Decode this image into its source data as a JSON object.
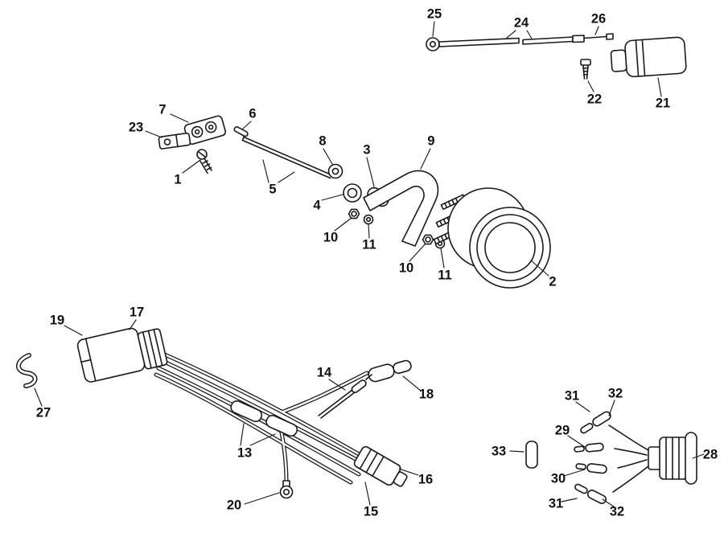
{
  "diagram": {
    "type": "exploded-parts-diagram",
    "background": "#ffffff",
    "line_color": "#1a1a1a",
    "label_color": "#111111",
    "callouts": [
      "25",
      "24",
      "26",
      "22",
      "21",
      "7",
      "23",
      "1",
      "6",
      "5",
      "8",
      "4",
      "3",
      "9",
      "10",
      "11",
      "10",
      "11",
      "2",
      "19",
      "17",
      "27",
      "14",
      "18",
      "13",
      "16",
      "15",
      "20",
      "31",
      "32",
      "29",
      "33",
      "30",
      "28",
      "31",
      "32"
    ]
  }
}
